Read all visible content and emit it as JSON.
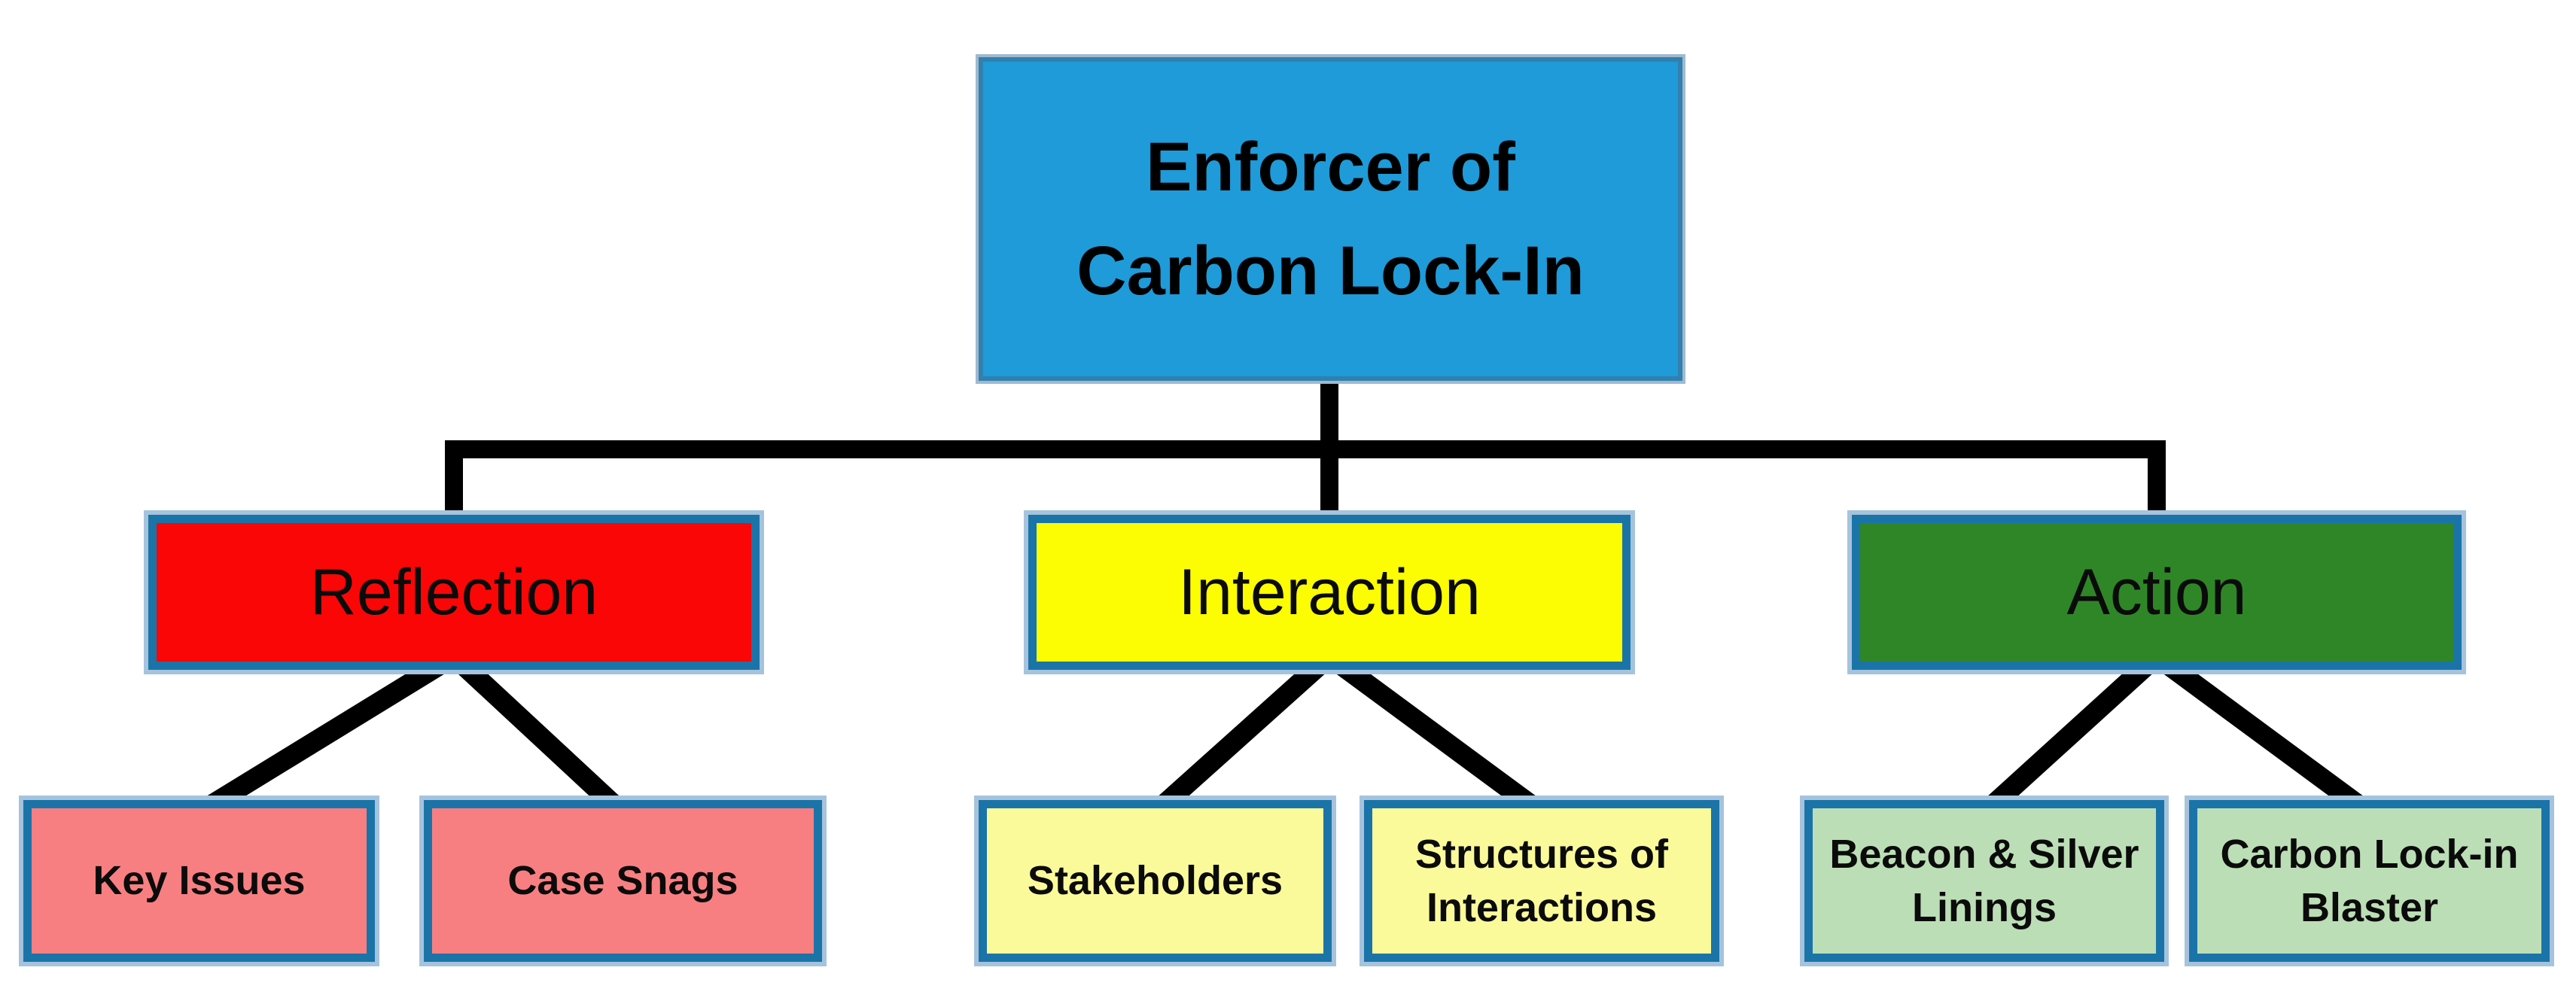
{
  "diagram": {
    "connector_color": "#000000",
    "box_border_color": "#1b74a8",
    "box_halo_color": "#a6c3dd",
    "root": {
      "label": "Enforcer of\nCarbon Lock-In",
      "fill": "#1e9bd8"
    },
    "branches": [
      {
        "label": "Reflection",
        "fill": "#fa0606",
        "children": [
          {
            "label": "Key Issues",
            "fill": "#f87f81"
          },
          {
            "label": "Case Snags",
            "fill": "#f87f81"
          }
        ]
      },
      {
        "label": "Interaction",
        "fill": "#fcfc02",
        "children": [
          {
            "label": "Stakeholders",
            "fill": "#fafa9b"
          },
          {
            "label": "Structures of\nInteractions",
            "fill": "#fafa9b"
          }
        ]
      },
      {
        "label": "Action",
        "fill": "#2f8627",
        "children": [
          {
            "label": "Beacon & Silver\nLinings",
            "fill": "#bcdeb6"
          },
          {
            "label": "Carbon Lock-in\nBlaster",
            "fill": "#bcdeb6"
          }
        ]
      }
    ]
  }
}
